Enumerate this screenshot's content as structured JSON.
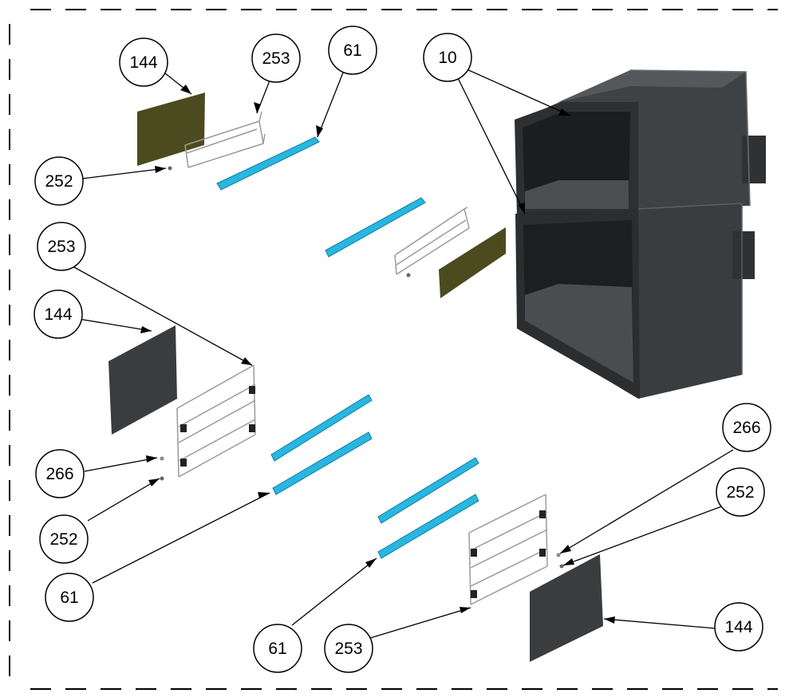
{
  "callouts": [
    {
      "id": "c1",
      "label": "144"
    },
    {
      "id": "c2",
      "label": "253"
    },
    {
      "id": "c3",
      "label": "61"
    },
    {
      "id": "c4",
      "label": "10"
    },
    {
      "id": "c5",
      "label": "252"
    },
    {
      "id": "c6",
      "label": "253"
    },
    {
      "id": "c7",
      "label": "144"
    },
    {
      "id": "c8",
      "label": "266"
    },
    {
      "id": "c9",
      "label": "252"
    },
    {
      "id": "c10",
      "label": "61"
    },
    {
      "id": "c11",
      "label": "266"
    },
    {
      "id": "c12",
      "label": "252"
    },
    {
      "id": "c13",
      "label": "61"
    },
    {
      "id": "c14",
      "label": "253"
    },
    {
      "id": "c15",
      "label": "144"
    }
  ],
  "colors": {
    "rail": "#29b6df",
    "rail_edge": "#0c7fa8",
    "insulation": "#4c4a1f",
    "panel": "#3a3c3e",
    "oven": "#3f4244",
    "oven_dark": "#26282a",
    "wire": "#9a9a9a",
    "border": "#000000"
  }
}
